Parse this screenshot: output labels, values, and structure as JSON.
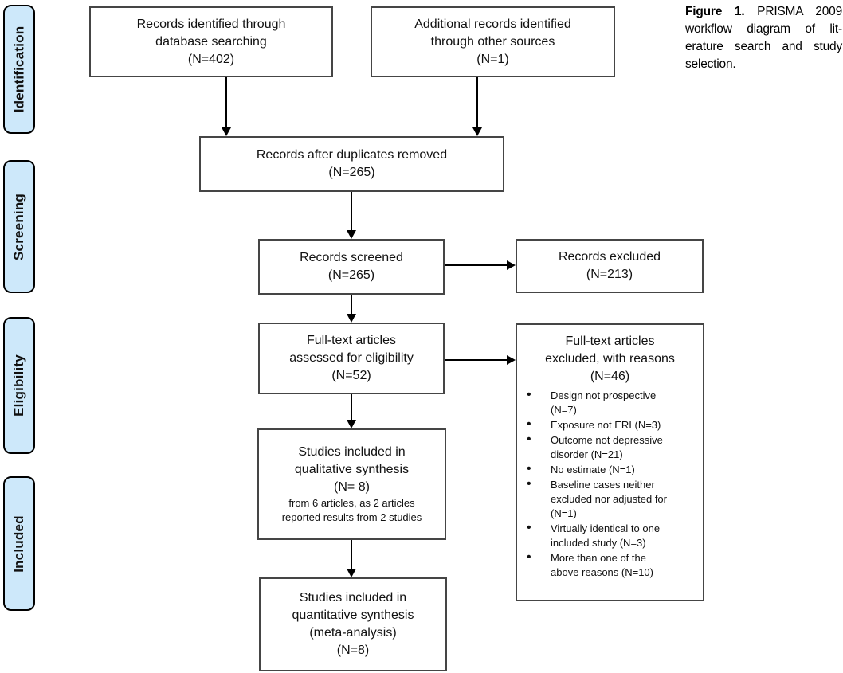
{
  "figure_caption": {
    "line1_bold": "Figure 1.",
    "line1_rest": " PRISMA 2009",
    "line2": "workflow diagram of lit-",
    "line3": "erature search and study",
    "line4": "selection."
  },
  "sidebar": {
    "stages": [
      "Identification",
      "Screening",
      "Eligibility",
      "Included"
    ]
  },
  "boxes": {
    "identified": {
      "lines": [
        "Records identified through",
        "database searching",
        "(N=402)"
      ]
    },
    "additional": {
      "lines": [
        "Additional records identified",
        "through other sources",
        "(N=1)"
      ]
    },
    "duplicates": {
      "lines": [
        "Records after duplicates removed",
        "(N=265)"
      ]
    },
    "screened": {
      "lines": [
        "Records screened",
        "(N=265)"
      ]
    },
    "records_excluded": {
      "lines": [
        "Records excluded",
        "(N=213)"
      ]
    },
    "fulltext_assessed": {
      "lines": [
        "Full-text articles",
        "assessed for eligibility",
        "(N=52)"
      ]
    },
    "fulltext_excluded": {
      "heading_lines": [
        "Full-text articles",
        "excluded, with reasons",
        "(N=46)"
      ],
      "reasons": [
        "Design not prospective (N=7)",
        "Exposure not ERI (N=3)",
        "Outcome not depressive disorder (N=21)",
        "No estimate (N=1)",
        "Baseline cases neither excluded nor adjusted for (N=1)",
        "Virtually identical to one included study (N=3)",
        "More than one of the above reasons (N=10)"
      ]
    },
    "qualitative": {
      "lines": [
        "Studies included in",
        "qualitative synthesis",
        "(N= 8)"
      ],
      "note_lines": [
        "from 6 articles, as 2 articles",
        "reported results from 2 studies"
      ]
    },
    "quantitative": {
      "lines": [
        "Studies included in",
        "quantitative synthesis",
        "(meta-analysis)",
        "(N=8)"
      ]
    }
  },
  "colors": {
    "stage_fill": "#cde8fa",
    "stage_border": "#000000",
    "box_border": "#454545",
    "arrow": "#000000",
    "text": "#111111"
  }
}
